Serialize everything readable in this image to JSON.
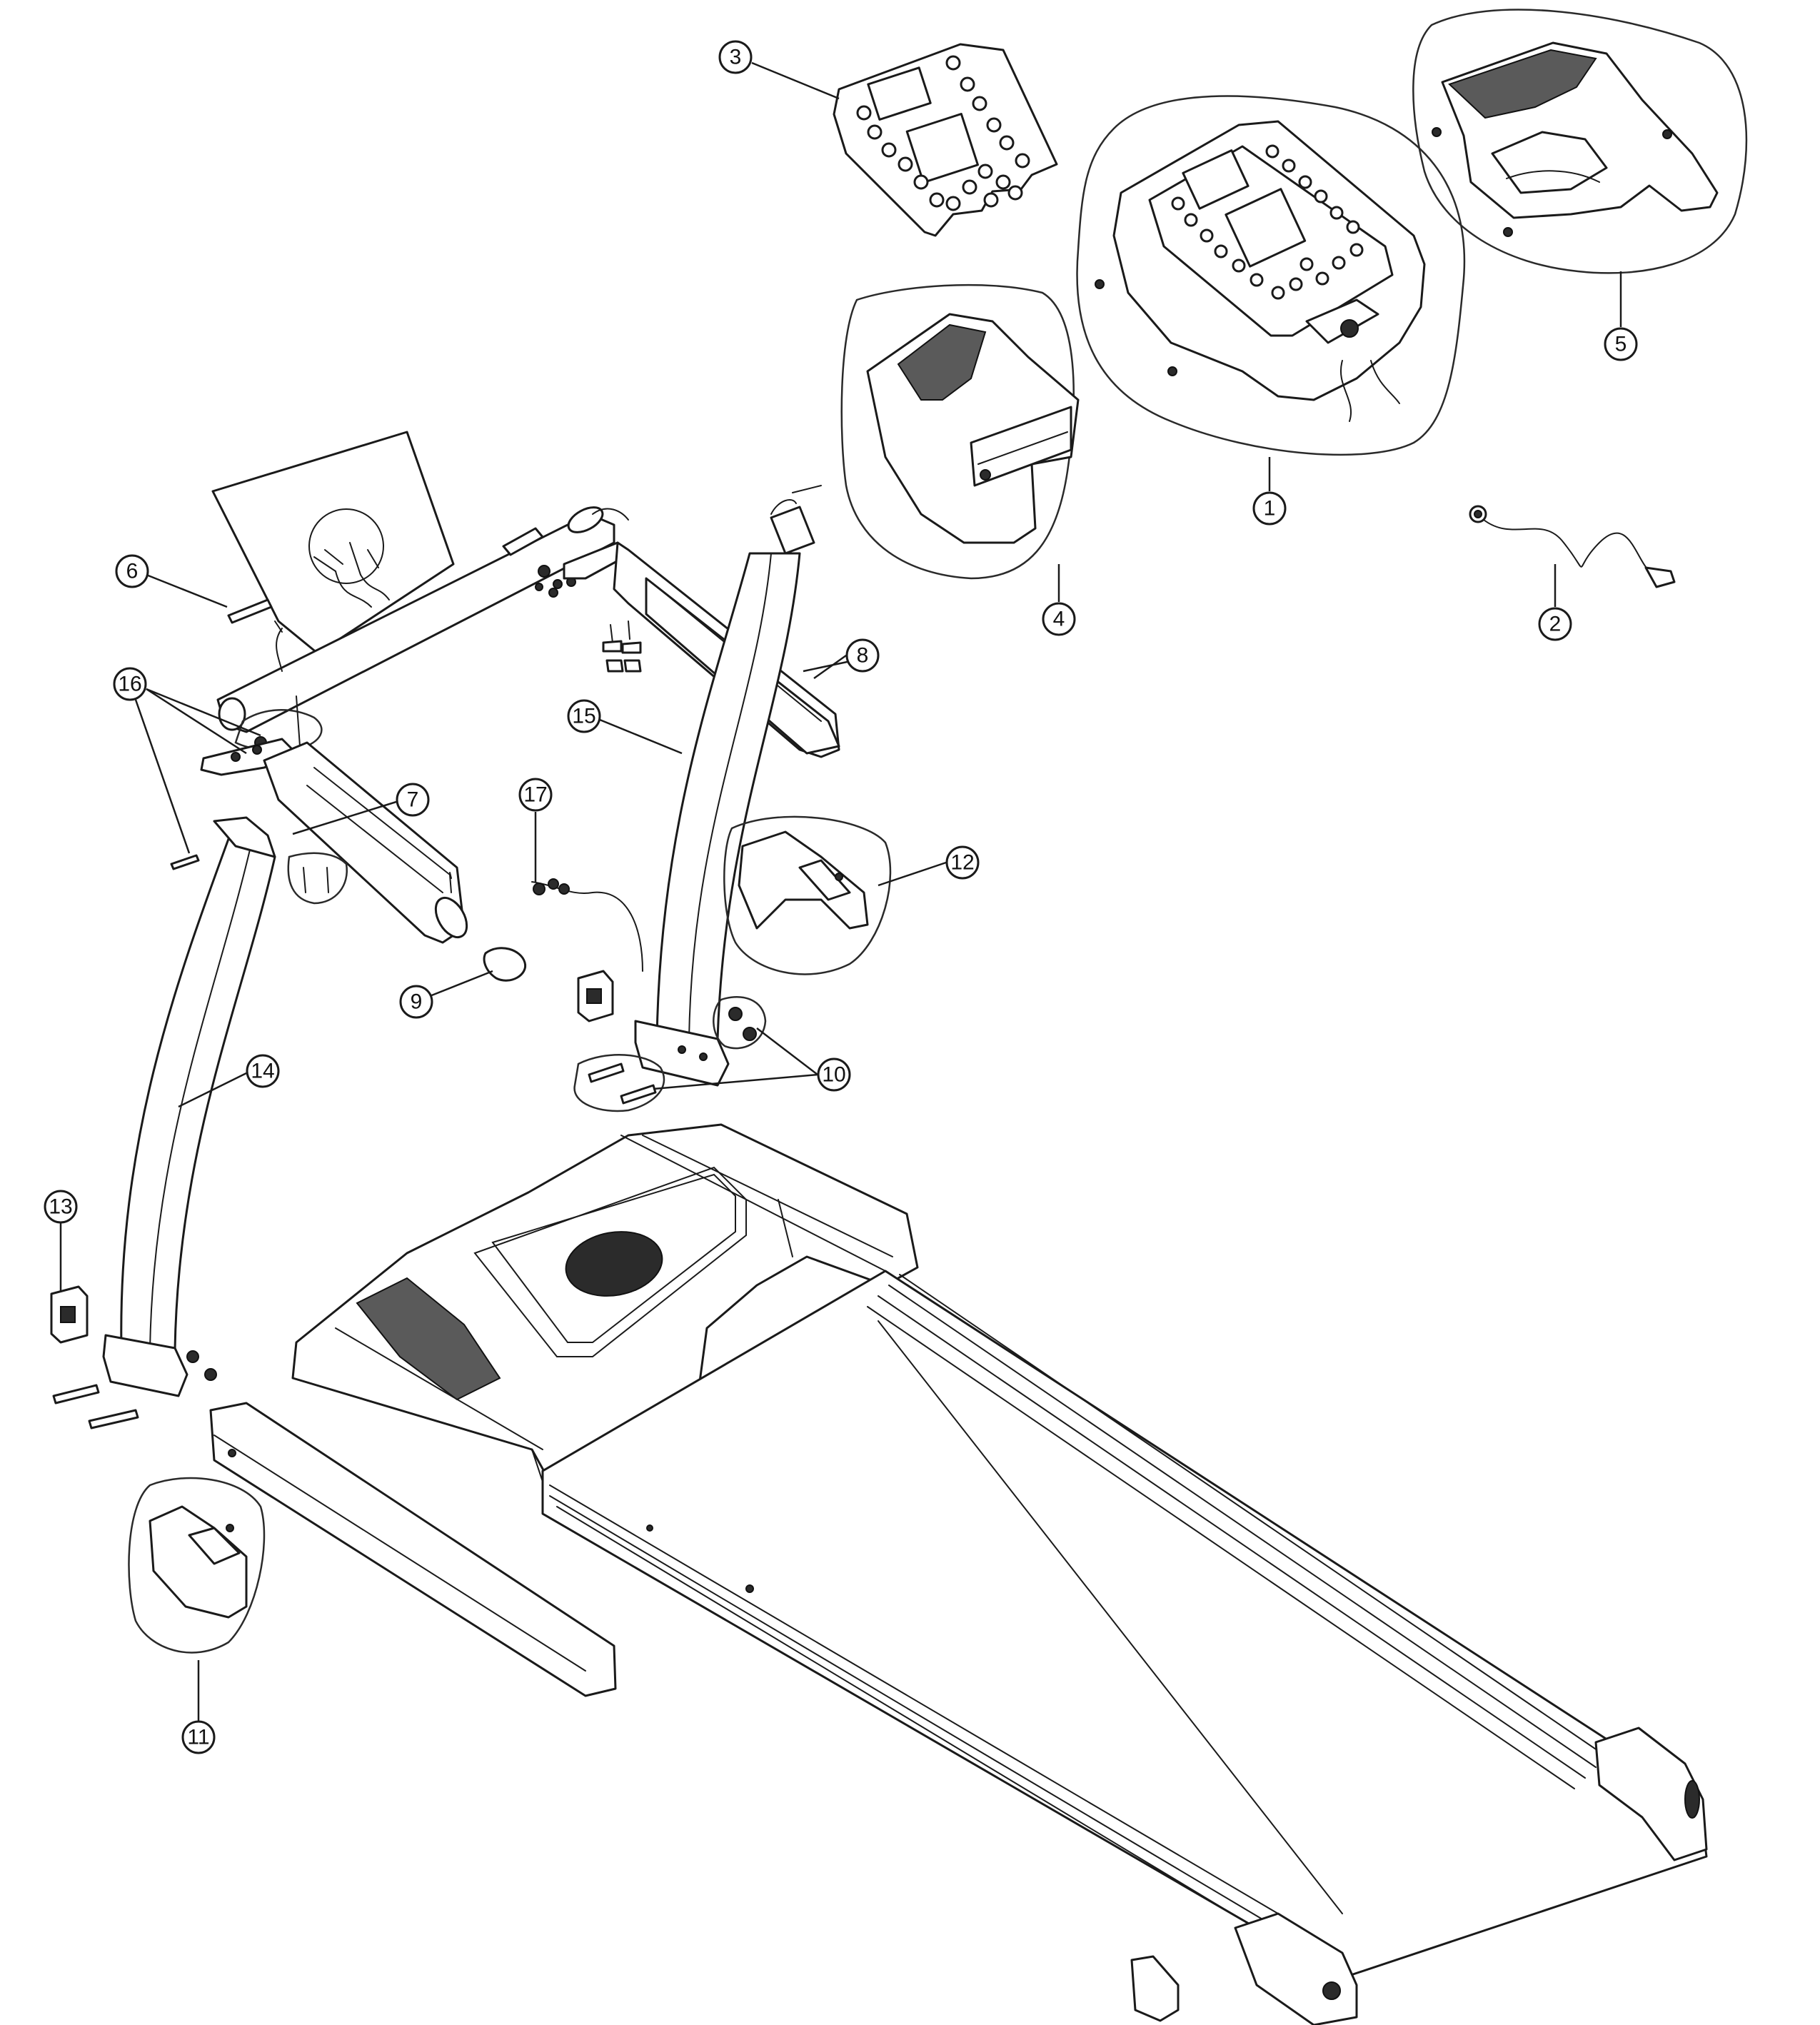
{
  "diagram": {
    "callouts": [
      {
        "id": "part-1",
        "label": "1"
      },
      {
        "id": "part-2",
        "label": "2"
      },
      {
        "id": "part-3",
        "label": "3"
      },
      {
        "id": "part-4",
        "label": "4"
      },
      {
        "id": "part-5",
        "label": "5"
      },
      {
        "id": "part-6",
        "label": "6"
      },
      {
        "id": "part-7",
        "label": "7"
      },
      {
        "id": "part-8",
        "label": "8"
      },
      {
        "id": "part-9",
        "label": "9"
      },
      {
        "id": "part-10",
        "label": "10"
      },
      {
        "id": "part-11",
        "label": "11"
      },
      {
        "id": "part-12",
        "label": "12"
      },
      {
        "id": "part-13",
        "label": "13"
      },
      {
        "id": "part-14",
        "label": "14"
      },
      {
        "id": "part-15",
        "label": "15"
      },
      {
        "id": "part-16",
        "label": "16"
      },
      {
        "id": "part-17",
        "label": "17"
      }
    ]
  }
}
